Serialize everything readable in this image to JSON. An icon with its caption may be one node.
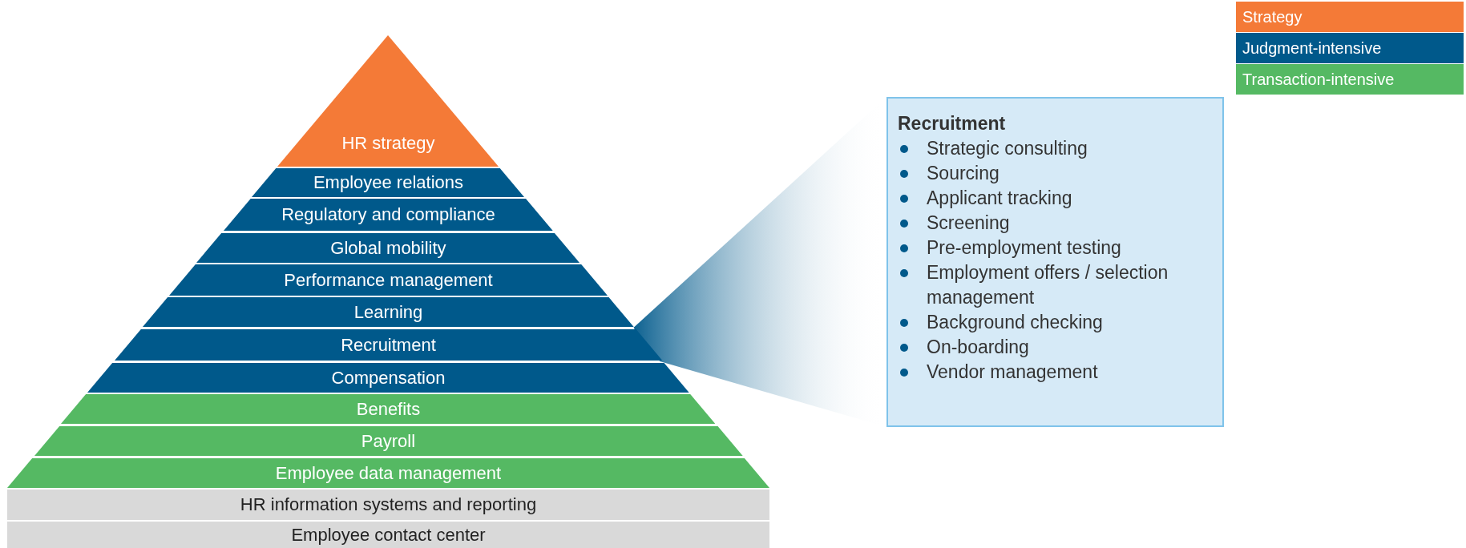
{
  "diagram": {
    "nodes": [
      {
        "text": [
          "HR strategy"
        ]
      },
      {
        "text": [
          "Employee relations"
        ]
      },
      {
        "text": [
          "Regulatory and compliance"
        ]
      },
      {
        "text": [
          "Global mobility"
        ]
      },
      {
        "text": [
          "Performance management"
        ]
      },
      {
        "text": [
          "Learning"
        ]
      },
      {
        "text": [
          "Recruitment"
        ]
      },
      {
        "text": [
          "Compensation"
        ]
      },
      {
        "text": [
          "Benefits"
        ]
      },
      {
        "text": [
          "Payroll"
        ]
      },
      {
        "text": [
          "Employee data management"
        ]
      },
      {
        "text": [
          "HR information systems and reporting"
        ]
      },
      {
        "text": [
          "Employee contact center"
        ]
      },
      {
        "text": [
          "Recruitment",
          "Strategic consulting",
          "Sourcing",
          "Applicant tracking",
          "Screening",
          "Pre-employment testing",
          "Employment offers / selection management",
          "Background checking",
          "On-boarding",
          "Vendor management"
        ]
      }
    ],
    "edges": [
      {
        "from": 6,
        "to": 13,
        "arrow": "none"
      }
    ],
    "legend": [
      {
        "text": "Strategy",
        "color": "#f47a37"
      },
      {
        "text": "Judgment-intensive",
        "color": "#00598b"
      },
      {
        "text": "Transaction-intensive",
        "color": "#55b963"
      }
    ]
  }
}
